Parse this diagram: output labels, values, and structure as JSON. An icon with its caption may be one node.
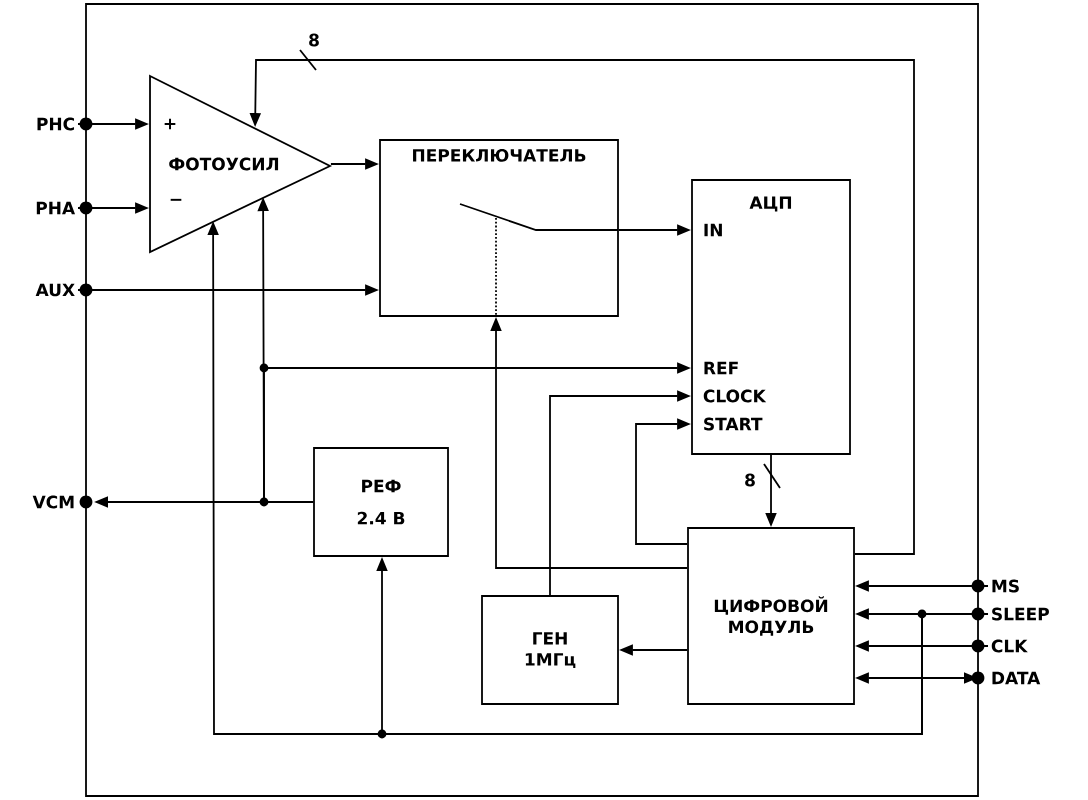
{
  "diagram": {
    "nodes": [
      {
        "text": [
          "PHC"
        ]
      },
      {
        "text": [
          "PHA"
        ]
      },
      {
        "text": [
          "AUX"
        ]
      },
      {
        "text": [
          "VCM"
        ]
      },
      {
        "text": [
          "+",
          "ФОТОУСИЛ",
          "−"
        ]
      },
      {
        "text": [
          "ПЕРЕКЛЮЧАТЕЛЬ"
        ]
      },
      {
        "text": [
          "АЦП",
          "IN",
          "REF",
          "CLOCK",
          "START"
        ]
      },
      {
        "text": [
          "РЕФ",
          "2.4 В"
        ]
      },
      {
        "text": [
          "ГЕН 1МГц"
        ]
      },
      {
        "text": [
          "ЦИФРОВОЙ МОДУЛЬ"
        ]
      },
      {
        "text": [
          "MS"
        ]
      },
      {
        "text": [
          "SLEEP"
        ]
      },
      {
        "text": [
          "CLK"
        ]
      },
      {
        "text": [
          "DATA"
        ]
      }
    ],
    "edges": [
      {
        "from": 0,
        "to": 4,
        "arrow": "to"
      },
      {
        "from": 1,
        "to": 4,
        "arrow": "to"
      },
      {
        "from": 2,
        "to": 5,
        "arrow": "to"
      },
      {
        "from": 4,
        "to": 5,
        "arrow": "to"
      },
      {
        "from": 5,
        "to": 6,
        "arrow": "to"
      },
      {
        "from": 9,
        "to": 4,
        "arrow": "to",
        "label": "8"
      },
      {
        "from": 7,
        "to": 3,
        "arrow": "to"
      },
      {
        "from": 7,
        "to": 6,
        "arrow": "to"
      },
      {
        "from": 7,
        "to": 4,
        "arrow": "to"
      },
      {
        "from": 11,
        "to": 4,
        "arrow": "to"
      },
      {
        "from": 11,
        "to": 7,
        "arrow": "to"
      },
      {
        "from": 11,
        "to": 9,
        "arrow": "to"
      },
      {
        "from": 9,
        "to": 5,
        "arrow": "to"
      },
      {
        "from": 9,
        "to": 6,
        "arrow": "to"
      },
      {
        "from": 8,
        "to": 6,
        "arrow": "to"
      },
      {
        "from": 9,
        "to": 8,
        "arrow": "to"
      },
      {
        "from": 6,
        "to": 9,
        "arrow": "to",
        "label": "8"
      },
      {
        "from": 10,
        "to": 9,
        "arrow": "to"
      },
      {
        "from": 12,
        "to": 9,
        "arrow": "to"
      },
      {
        "from": 13,
        "to": 9,
        "arrow": "both"
      }
    ]
  }
}
